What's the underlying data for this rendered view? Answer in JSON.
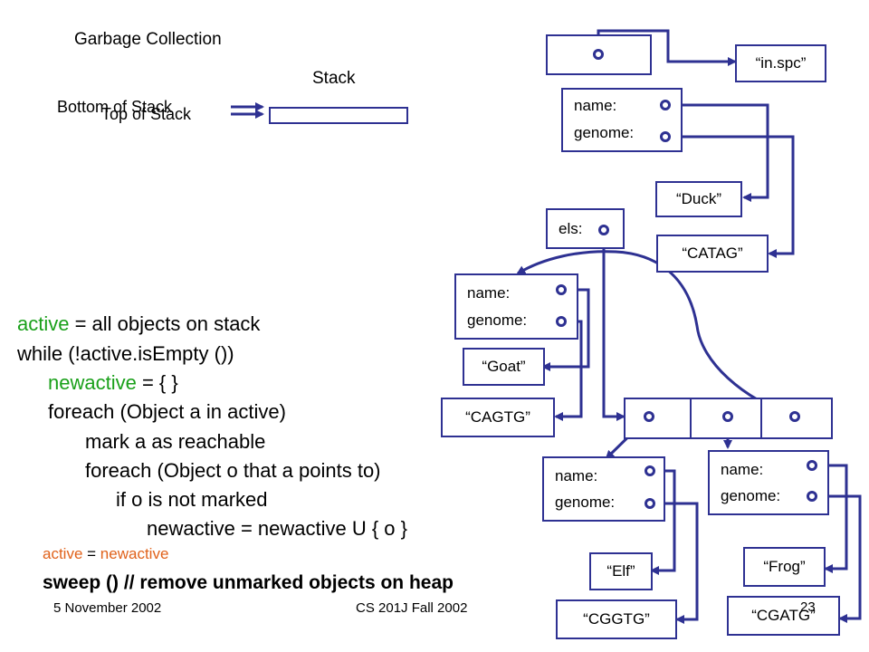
{
  "slide": {
    "title": "Garbage Collection",
    "stack_label": "Stack",
    "bottom_label": "Bottom of Stack",
    "top_label": "Top of Stack",
    "footer_date": "5 November 2002",
    "footer_course": "CS 201J Fall 2002",
    "page_number": "23"
  },
  "heap": {
    "species": {
      "name": "name:",
      "genome": "genome:"
    },
    "duck": "“Duck”",
    "catag": "“CATAG”",
    "in_spc": "“in.spc”",
    "els": "els:",
    "goat_obj": {
      "name": "name:",
      "genome": "genome:"
    },
    "goat": "“Goat”",
    "cagtg": "“CAGTG”",
    "elf_obj": {
      "name": "name:",
      "genome": "genome:"
    },
    "elf": "“Elf”",
    "cggtg": "“CGGTG”",
    "frog_obj": {
      "name": "name:",
      "genome": "genome:"
    },
    "frog": "“Frog”",
    "cgatg": "“CGATG”"
  },
  "code": {
    "l1_kw": "active",
    "l1_rest": " = all objects on stack",
    "l2": "while (!active.isEmpty ())",
    "l3_kw": "newactive",
    "l3_rest": " = { }",
    "l4": "foreach (Object a in active)",
    "l5": "mark a as reachable",
    "l6": "foreach (Object o that a points to)",
    "l7": "if o is not marked",
    "l8": "newactive = newactive U { o }",
    "l9_a": "active",
    "l9_eq": " = ",
    "l9_b": "newactive",
    "l10": "sweep () // remove unmarked objects on heap"
  },
  "colors": {
    "line": "#2e3192",
    "active": "#1aa01a",
    "assign": "#e0621b"
  }
}
